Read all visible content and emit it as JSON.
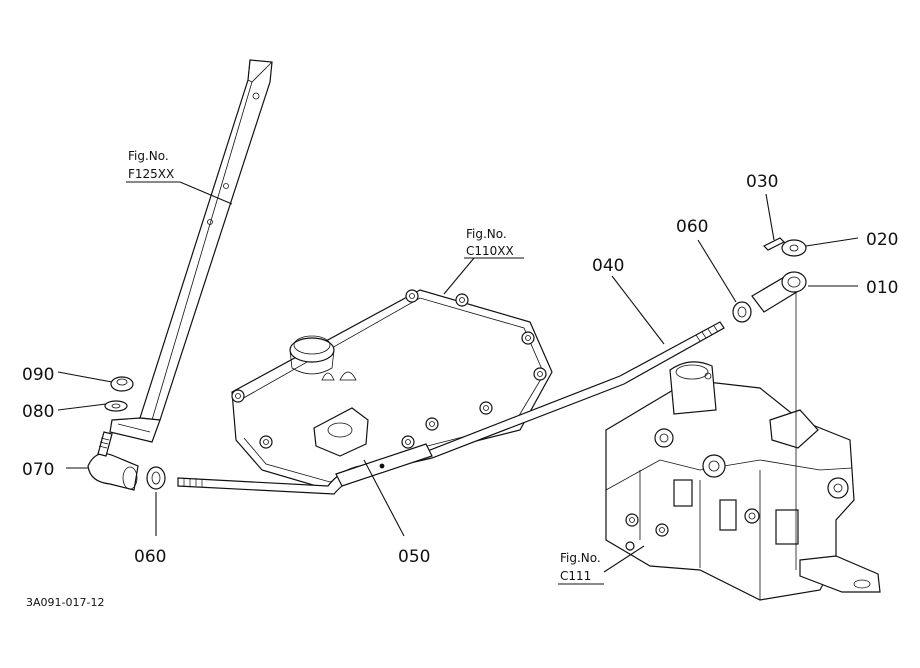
{
  "callouts": {
    "c010": "010",
    "c020": "020",
    "c030": "030",
    "c040": "040",
    "c050": "050",
    "c060_right": "060",
    "c060_left": "060",
    "c070": "070",
    "c080": "080",
    "c090": "090"
  },
  "figure_refs": {
    "f125": {
      "label": "Fig.No.",
      "number": "F125XX"
    },
    "c110": {
      "label": "Fig.No.",
      "number": "C110XX"
    },
    "c111": {
      "label": "Fig.No.",
      "number": "C111"
    }
  },
  "drawing_code": "3A091-017-12"
}
